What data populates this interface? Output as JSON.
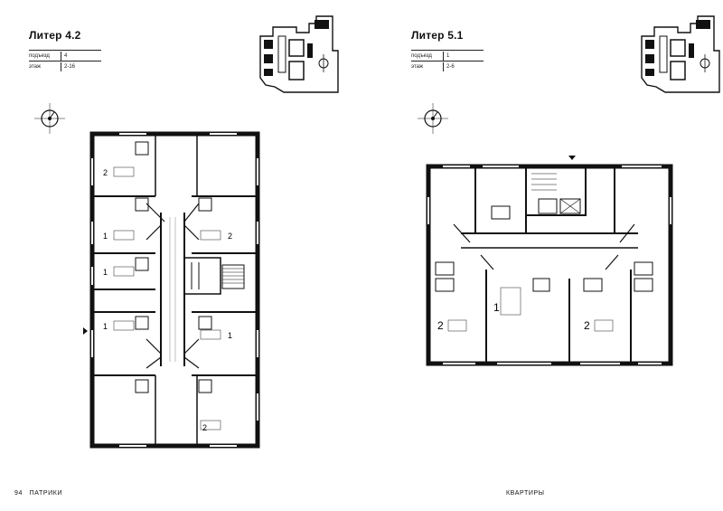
{
  "left": {
    "title": "Литер 4.2",
    "entrance_label": "подъезд",
    "entrance_value": "4",
    "floor_label": "этаж",
    "floor_value": "2-16",
    "page_number": "94",
    "footer_text": "ПАТРИКИ",
    "room_types": [
      "2",
      "1",
      "1",
      "1",
      "2",
      "1",
      "2"
    ]
  },
  "right": {
    "title": "Литер 5.1",
    "entrance_label": "подъезд",
    "entrance_value": "1",
    "floor_label": "этаж",
    "floor_value": "2-6",
    "footer_text": "КВАРТИРЫ",
    "room_types": [
      "2",
      "1",
      "2"
    ]
  },
  "colors": {
    "wall": "#111111",
    "line": "#444444",
    "fill": "#ffffff",
    "accent": "#000000"
  }
}
